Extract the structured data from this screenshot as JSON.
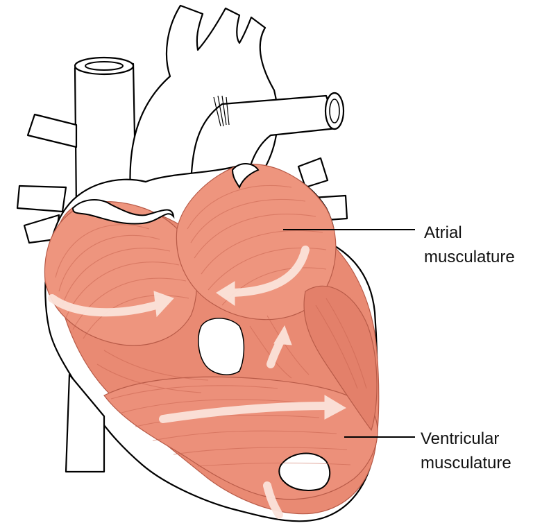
{
  "labels": {
    "atrial_line1": "Atrial",
    "atrial_line2": "musculature",
    "ventricular_line1": "Ventricular",
    "ventricular_line2": "musculature"
  },
  "colors": {
    "muscle_fill": "#e98a73",
    "muscle_dark": "#c96450",
    "muscle_light": "#f3ab97",
    "arrow": "#fbe3da",
    "outline": "#000000",
    "background": "#ffffff"
  }
}
